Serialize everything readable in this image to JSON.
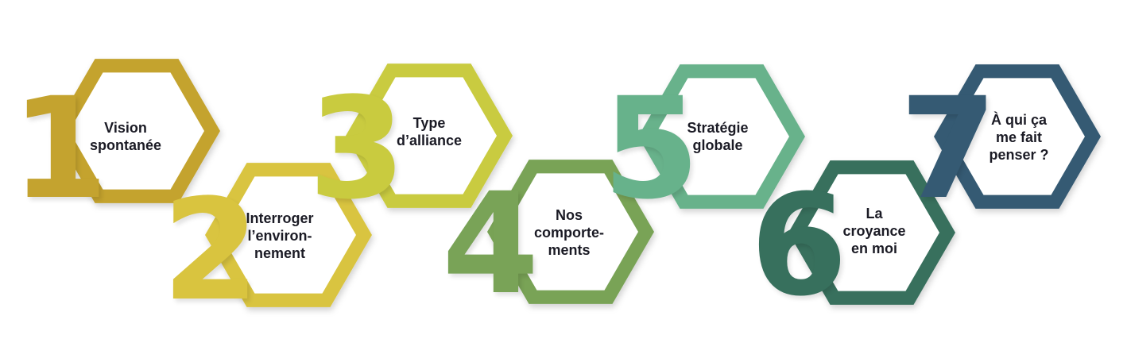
{
  "steps": [
    {
      "number": "1",
      "label": "Vision\nspontanée",
      "color": "#c4a32f"
    },
    {
      "number": "2",
      "label": "Interroger\nl’environ-\nnement",
      "color": "#d9c43f"
    },
    {
      "number": "3",
      "label": "Type\nd’alliance",
      "color": "#c9cb3f"
    },
    {
      "number": "4",
      "label": "Nos\ncomporte-\nments",
      "color": "#79a357"
    },
    {
      "number": "5",
      "label": "Stratégie\nglobale",
      "color": "#67b28b"
    },
    {
      "number": "6",
      "label": "La\ncroyance\nen moi",
      "color": "#37705d"
    },
    {
      "number": "7",
      "label": "À qui ça\nme fait\npenser ?",
      "color": "#355a73"
    }
  ]
}
